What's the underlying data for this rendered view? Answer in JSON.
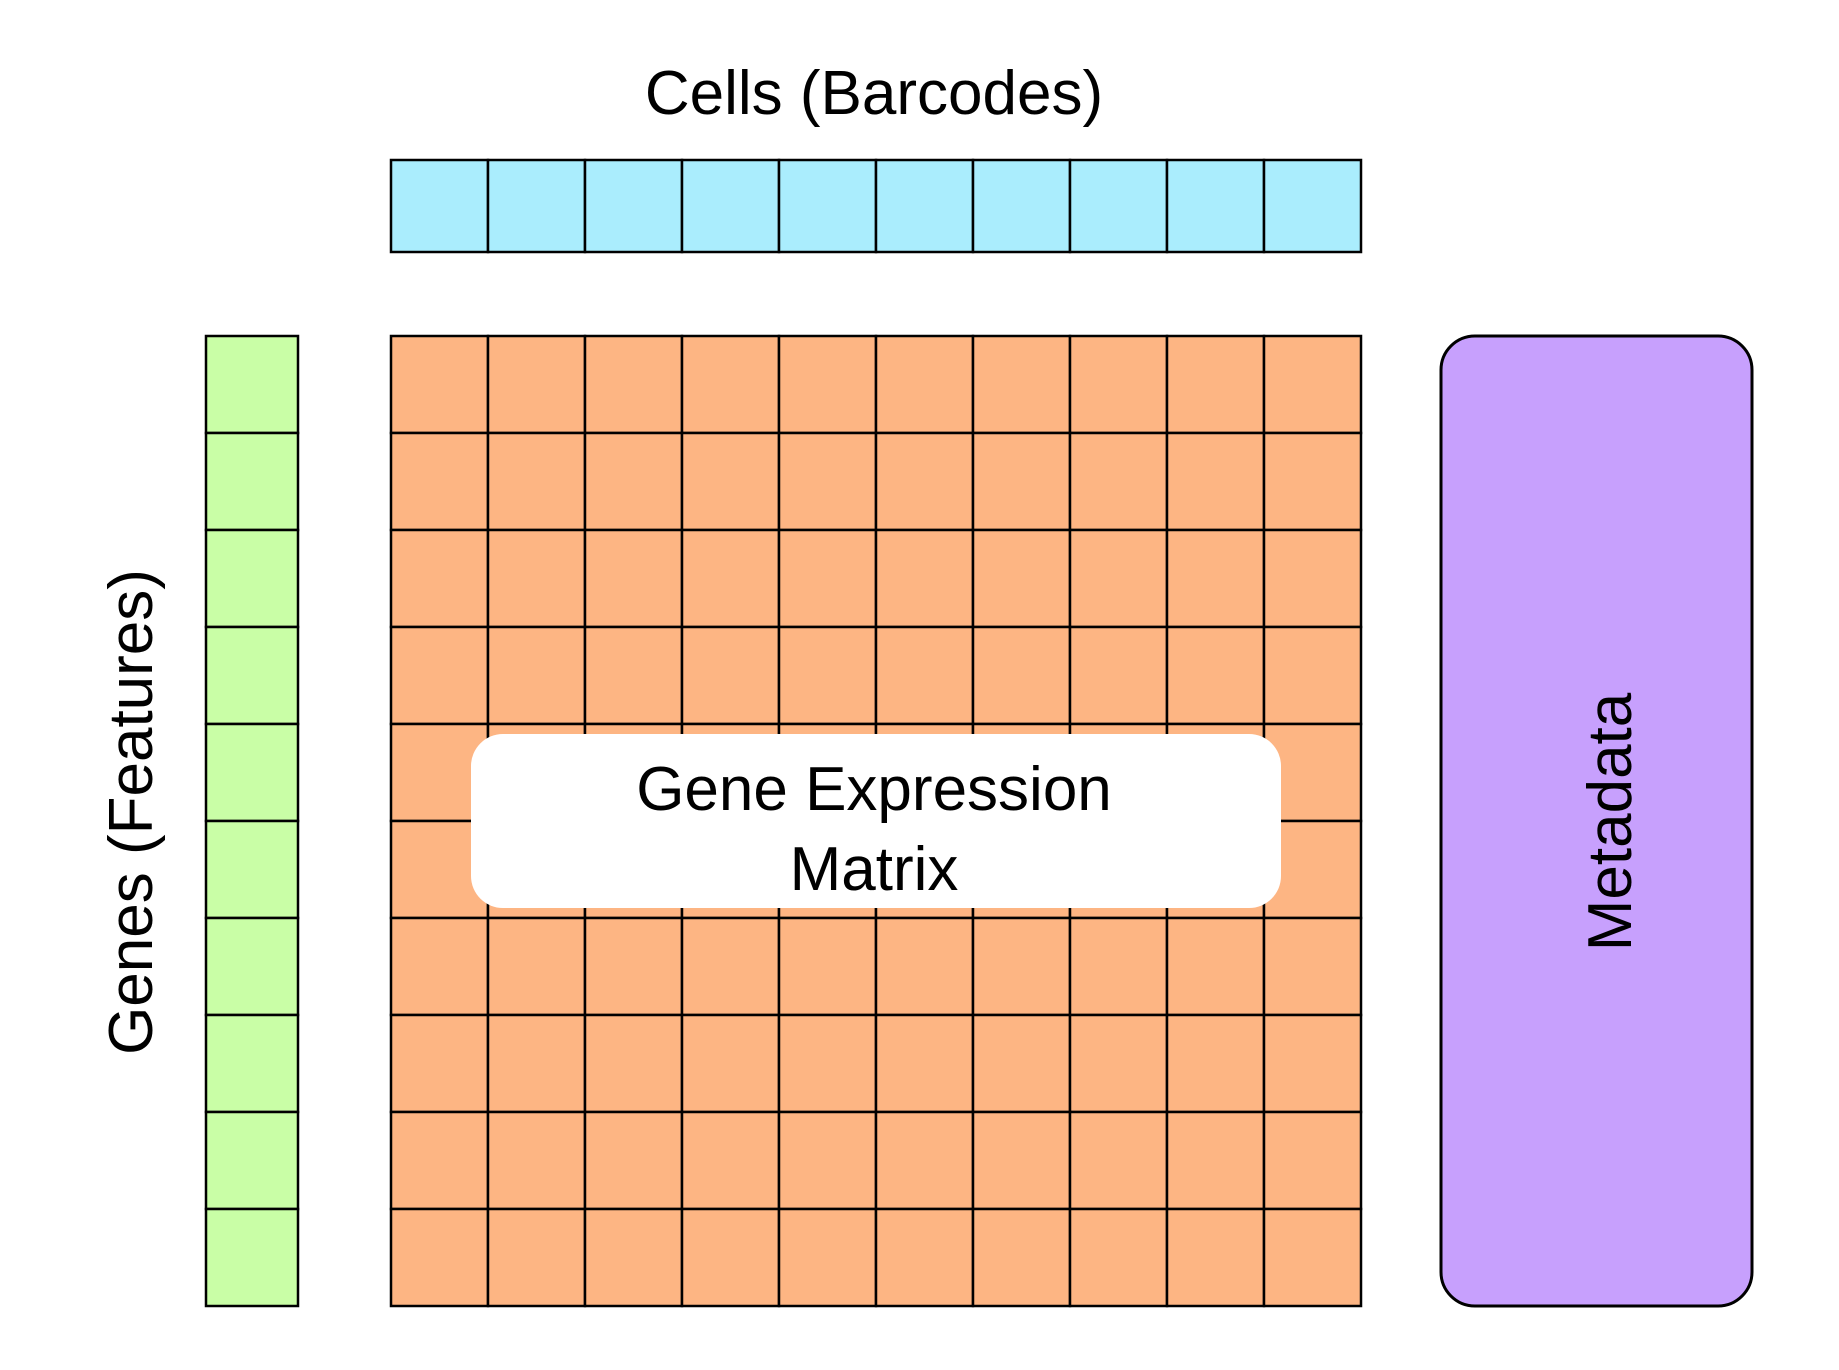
{
  "diagram": {
    "cells_label": "Cells (Barcodes)",
    "genes_label": "Genes (Features)",
    "matrix_label_line1": "Gene Expression",
    "matrix_label_line2": "Matrix",
    "metadata_label": "Metadata"
  },
  "grid": {
    "rows": 10,
    "cols": 10
  },
  "colors": {
    "cells": "#aaedfd",
    "genes": "#c9fea6",
    "matrix": "#fdb583",
    "metadata": "#c7a0fd",
    "line": "#000000",
    "label_box": "#ffffff"
  }
}
